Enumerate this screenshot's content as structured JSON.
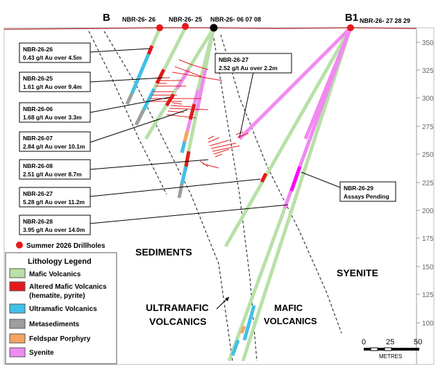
{
  "section_labels": {
    "left_end": "B",
    "right_end": "B1"
  },
  "collars": [
    {
      "id": "c-26",
      "label": "NBR-26- 26"
    },
    {
      "id": "c-25",
      "label": "NBR-26- 25"
    },
    {
      "id": "c-060708",
      "label": "NBR-26- 06 07 08"
    },
    {
      "id": "c-272829",
      "label": "NBR-26- 27 28 29"
    }
  ],
  "elevation_ticks": [
    "350",
    "325",
    "300",
    "275",
    "250",
    "225",
    "200",
    "175",
    "150",
    "125",
    "100"
  ],
  "callouts": [
    {
      "hole": "NBR-26-26",
      "result": "0.43 g/t Au over 4.5m"
    },
    {
      "hole": "NBR-26-25",
      "result": "1.61 g/t Au over 9.4m"
    },
    {
      "hole": "NBR-26-06",
      "result": "1.68 g/t Au over 3.3m"
    },
    {
      "hole": "NBR-26-07",
      "result": "2.84 g/t Au over 10.1m"
    },
    {
      "hole": "NBR-26-08",
      "result": "2.51 g/t Au over 8.7m"
    },
    {
      "hole": "NBR-26-27",
      "result": "5.28 g/t Au over 11.2m"
    },
    {
      "hole": "NBR-26-28",
      "result": "3.95 g/t Au over 14.0m"
    },
    {
      "hole": "NBR-26-27",
      "result": "2.52 g/t Au over 2.2m"
    },
    {
      "hole": "NBR-26-29",
      "result": "Assays Pending"
    }
  ],
  "drillhole_key": "Summer 2026 Drillholes",
  "legend": {
    "title": "Lithology Legend",
    "items": [
      {
        "label": "Mafic Volcanics",
        "color": "#b8e0a8"
      },
      {
        "label": "Altered Mafic Volcanics",
        "sublabel": "(hematite, pyrite)",
        "color": "#e31a1c"
      },
      {
        "label": "Ultramafic Volcanics",
        "color": "#3fc1e8"
      },
      {
        "label": "Metasediments",
        "color": "#9e9e9e"
      },
      {
        "label": "Feldspar Porphyry",
        "color": "#f4a460"
      },
      {
        "label": "Syenite",
        "color": "#f08af0"
      }
    ]
  },
  "unit_labels": {
    "sediments": "SEDIMENTS",
    "syenite": "SYENITE",
    "ultramafic_1": "ULTRAMAFIC",
    "ultramafic_2": "VOLCANICS",
    "mafic_1": "MAFIC",
    "mafic_2": "VOLCANICS"
  },
  "scale_bar": {
    "ticks": [
      "0",
      "25",
      "50"
    ],
    "unit": "METRES"
  },
  "colors": {
    "mafic": "#b8e0a8",
    "altered": "#e31a1c",
    "ultramafic": "#3fc1e8",
    "metasediment": "#9e9e9e",
    "porphyry": "#f4a460",
    "syenite": "#f08af0",
    "collar": "#e31a1c",
    "collar_black": "#000000"
  }
}
